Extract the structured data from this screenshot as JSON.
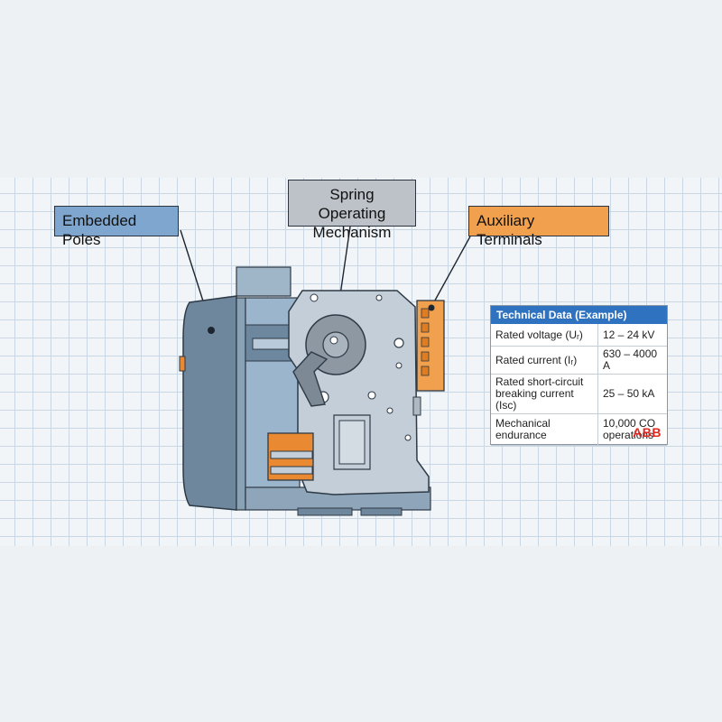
{
  "callouts": {
    "poles": "Embedded Poles",
    "spring_line1": "Spring Operating",
    "spring_line2": "Mechanism",
    "aux": "Auxiliary Terminals"
  },
  "tech_data": {
    "title": "Technical Data (Example)",
    "rows": [
      {
        "label": "Rated voltage (Uᵣ)",
        "value": "12 – 24 kV"
      },
      {
        "label": "Rated current (Iᵣ)",
        "value": "630 – 4000 A"
      },
      {
        "label_line1": "Rated short-circuit",
        "label_line2": "breaking current (Isc)",
        "value": "25 – 50 kA"
      },
      {
        "label_line1": "Mechanical",
        "label_line2": "endurance",
        "value_line1": "10,000 CO",
        "value_line2": "operations"
      }
    ],
    "logo": "ABB"
  },
  "colors": {
    "pole_blue": "#7ea6cf",
    "mechanism_gray": "#bcc2c8",
    "aux_orange": "#f1a04e",
    "header_blue": "#2f73c0",
    "abb_red": "#e2261c"
  }
}
